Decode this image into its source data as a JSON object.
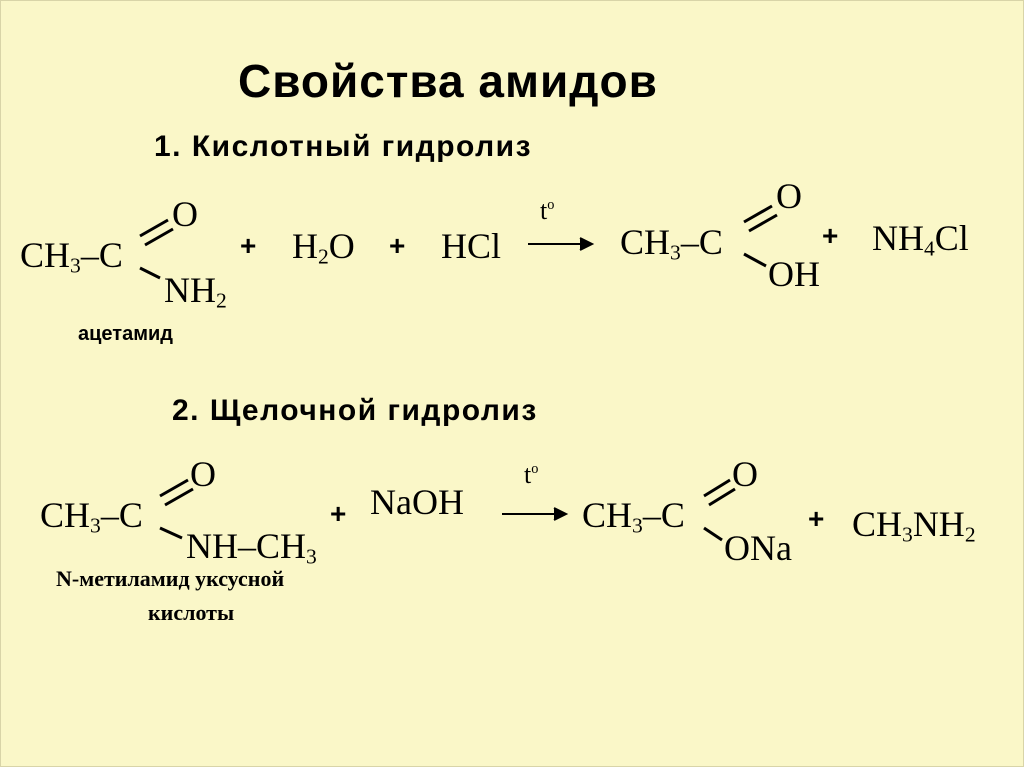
{
  "title": "Свойства амидов",
  "section1": {
    "heading": "1. Кислотный гидролиз",
    "reactant_group": "CH",
    "reactant_sub": "3",
    "reactant_dash_c": "–C",
    "reactant_o": "O",
    "reactant_nh": "NH",
    "reactant_nh_sub": "2",
    "plus1": "+",
    "water_h": "H",
    "water_sub": "2",
    "water_o": "O",
    "plus2": "+",
    "acid": "HCl",
    "condition_t": "t",
    "condition_sup": "o",
    "product_group": "CH",
    "product_sub": "3",
    "product_dash_c": "–C",
    "product_o": "O",
    "product_oh": "OH",
    "plus3": "+",
    "salt_nh": "NH",
    "salt_sub": "4",
    "salt_cl": "Cl",
    "reactant_name": "ацетамид"
  },
  "section2": {
    "heading": "2. Щелочной гидролиз",
    "reactant_group": "CH",
    "reactant_sub": "3",
    "reactant_dash_c": "–C",
    "reactant_o": "O",
    "reactant_nh": "NH–CH",
    "reactant_nh_sub": "3",
    "plus1": "+",
    "base": "NaOH",
    "condition_t": "t",
    "condition_sup": "o",
    "product_group": "CH",
    "product_sub": "3",
    "product_dash_c": "–C",
    "product_o": "O",
    "product_ona": "ONa",
    "plus2": "+",
    "amine_ch": "CH",
    "amine_sub1": "3",
    "amine_nh": "NH",
    "amine_sub2": "2",
    "reactant_name_line1": "N-метиламид уксусной",
    "reactant_name_line2": "кислоты"
  }
}
